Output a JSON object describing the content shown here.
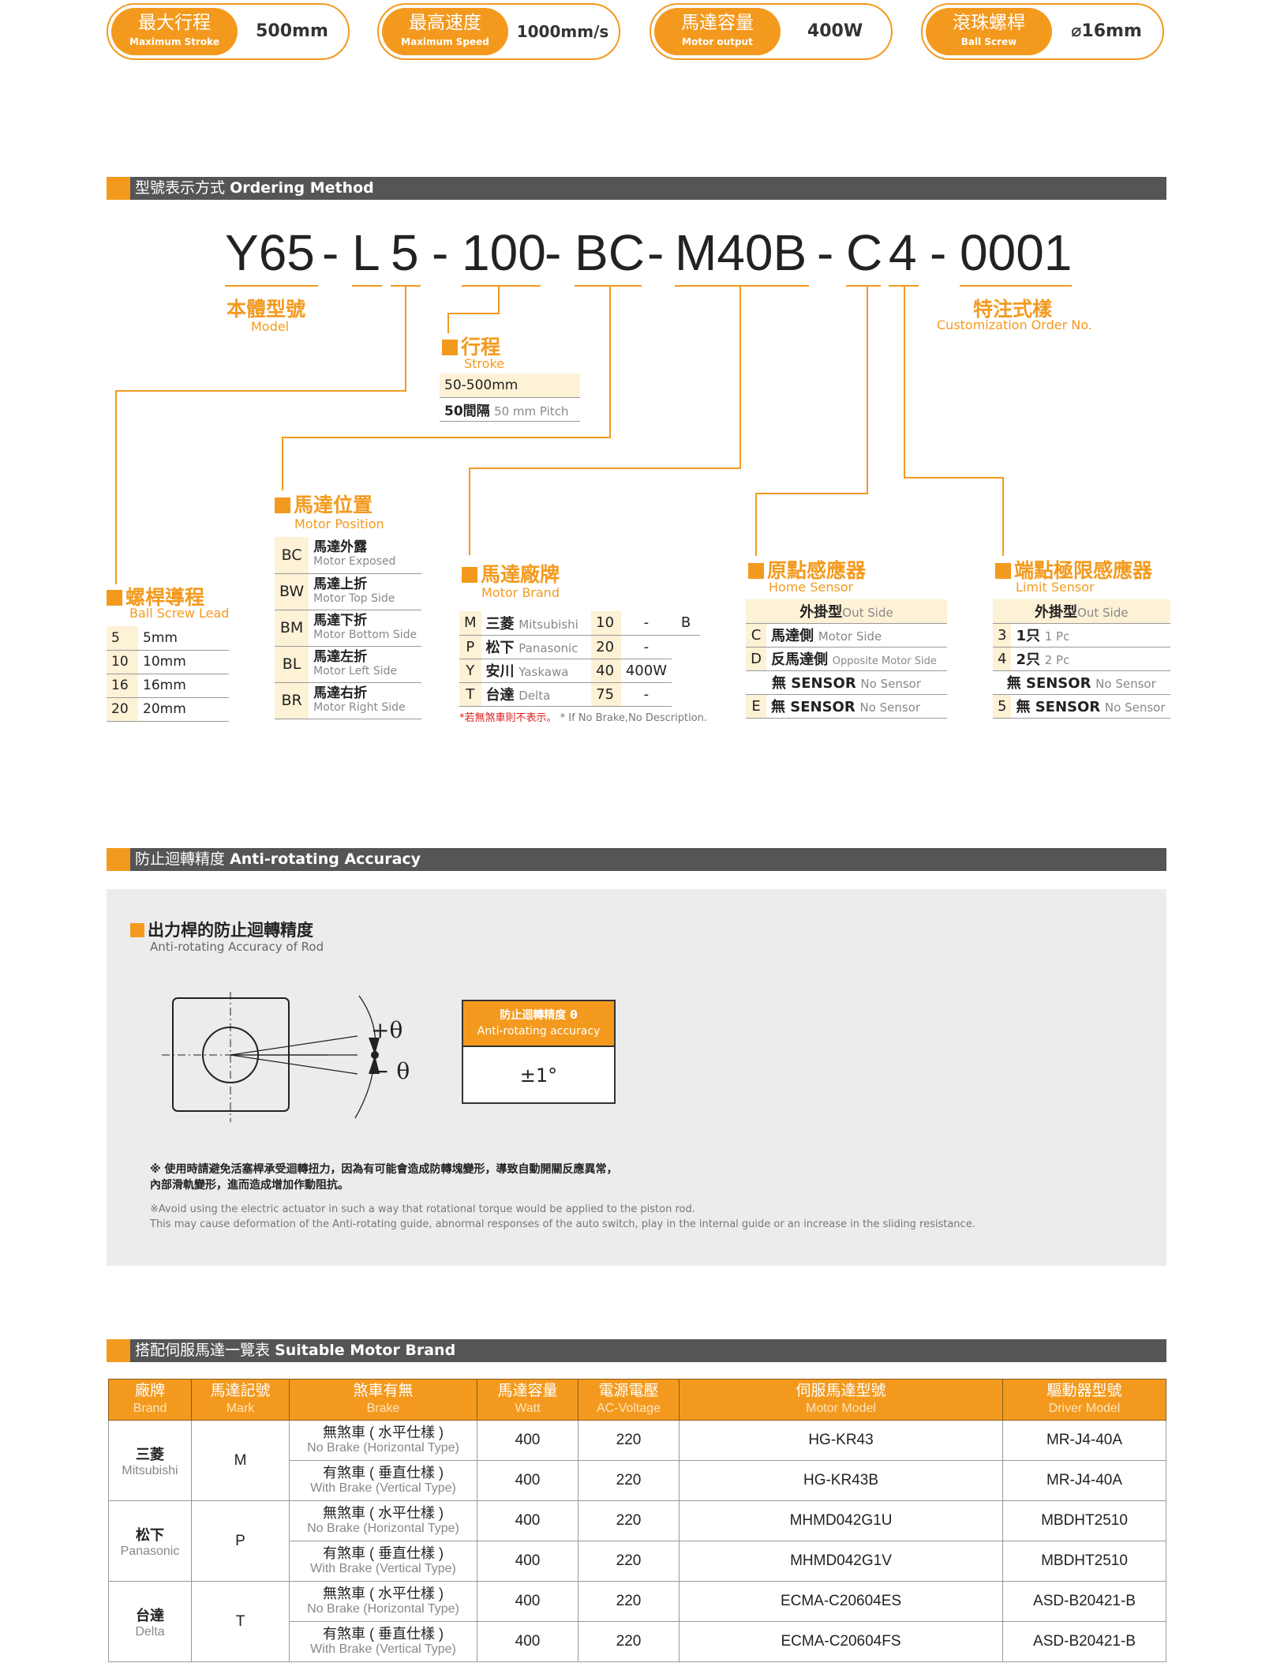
{
  "specs": [
    {
      "zh": "最大行程",
      "en": "Maximum Stroke",
      "value": "500mm"
    },
    {
      "zh": "最高速度",
      "en": "Maximum Speed",
      "value": "1000mm/s"
    },
    {
      "zh": "馬達容量",
      "en": "Motor output",
      "value": "400W"
    },
    {
      "zh": "滾珠螺桿",
      "en": "Ball Screw",
      "value": "⌀16mm"
    }
  ],
  "ordering": {
    "bar_zh": "型號表示方式",
    "bar_en": "Ordering Method",
    "code_parts": [
      "Y65",
      "-",
      "L",
      "5",
      "-",
      "100",
      "-",
      "BC",
      "-",
      "M40B",
      "-",
      "C",
      "4",
      "-",
      "0001"
    ],
    "model": {
      "zh": "本體型號",
      "en": "Model"
    },
    "custom": {
      "zh": "特注式樣",
      "en": "Customization Order No."
    },
    "stroke": {
      "zh": "行程",
      "en": "Stroke",
      "range": "50-500mm",
      "pitch_zh": "50間隔",
      "pitch_en": "50 mm Pitch"
    },
    "lead": {
      "zh": "螺桿導程",
      "en": "Ball Screw Lead",
      "rows": [
        [
          "5",
          "5mm"
        ],
        [
          "10",
          "10mm"
        ],
        [
          "16",
          "16mm"
        ],
        [
          "20",
          "20mm"
        ]
      ]
    },
    "position": {
      "zh": "馬達位置",
      "en": "Motor Position",
      "rows": [
        {
          "code": "BC",
          "zh": "馬達外露",
          "en": "Motor Exposed"
        },
        {
          "code": "BW",
          "zh": "馬達上折",
          "en": "Motor Top Side"
        },
        {
          "code": "BM",
          "zh": "馬達下折",
          "en": "Motor Bottom Side"
        },
        {
          "code": "BL",
          "zh": "馬達左折",
          "en": "Motor Left Side"
        },
        {
          "code": "BR",
          "zh": "馬達右折",
          "en": "Motor Right Side"
        }
      ]
    },
    "brand": {
      "zh": "馬達廠牌",
      "en": "Motor Brand",
      "rows": [
        {
          "code": "M",
          "zh": "三菱",
          "en": "Mitsubishi",
          "size": "10",
          "watt": "-",
          "brake": "B"
        },
        {
          "code": "P",
          "zh": "松下",
          "en": "Panasonic",
          "size": "20",
          "watt": "-",
          "brake": ""
        },
        {
          "code": "Y",
          "zh": "安川",
          "en": "Yaskawa",
          "size": "40",
          "watt": "400W",
          "brake": ""
        },
        {
          "code": "T",
          "zh": "台達",
          "en": "Delta",
          "size": "75",
          "watt": "-",
          "brake": ""
        }
      ],
      "note_zh": "*若無煞車則不表示。",
      "note_en": "* If No Brake,No Description."
    },
    "home": {
      "zh": "原點感應器",
      "en": "Home Sensor",
      "header_zh": "外掛型",
      "header_en": "Out Side",
      "rows": [
        {
          "code": "C",
          "zh": "馬達側",
          "en": "Motor Side"
        },
        {
          "code": "D",
          "zh": "反馬達側",
          "en": "Opposite Motor Side"
        },
        {
          "code": "",
          "zh": "無 SENSOR",
          "en": "No Sensor"
        },
        {
          "code": "E",
          "zh": "無  SENSOR",
          "en": "No Sensor"
        }
      ]
    },
    "limit": {
      "zh": "端點極限感應器",
      "en": "Limit Sensor",
      "header_zh": "外掛型",
      "header_en": "Out Side",
      "rows": [
        {
          "code": "3",
          "zh": "1只",
          "en": "1 Pc"
        },
        {
          "code": "4",
          "zh": "2只",
          "en": "2 Pc"
        },
        {
          "code": "",
          "zh": "無 SENSOR",
          "en": "No Sensor"
        },
        {
          "code": "5",
          "zh": "無 SENSOR",
          "en": "No Sensor"
        }
      ]
    }
  },
  "anti": {
    "bar_zh": "防止迴轉精度",
    "bar_en": "Anti-rotating Accuracy",
    "title_zh": "出力桿的防止迴轉精度",
    "title_en": "Anti-rotating Accuracy of Rod",
    "plus": "+θ",
    "minus": "− θ",
    "box_zh": "防止迴轉精度 θ",
    "box_en": "Anti-rotating accuracy",
    "box_value": "±1°",
    "note_zh1": "※ 使用時請避免活塞桿承受迴轉扭力，因為有可能會造成防轉塊變形，導致自動開關反應異常，",
    "note_zh2": "內部滑軌變形，進而造成增加作動阻抗。",
    "note_en1": "※Avoid using the electric actuator in such a way that rotational torque would be applied to the piston rod.",
    "note_en2": "This may cause deformation of the Anti-rotating guide, abnormal responses of the auto switch, play in the internal guide or an increase in the sliding resistance."
  },
  "motors": {
    "bar_zh": "搭配伺服馬達一覽表",
    "bar_en": "Suitable Motor Brand",
    "headers": [
      {
        "zh": "廠牌",
        "en": "Brand"
      },
      {
        "zh": "馬達記號",
        "en": "Mark"
      },
      {
        "zh": "煞車有無",
        "en": "Brake"
      },
      {
        "zh": "馬達容量",
        "en": "Watt"
      },
      {
        "zh": "電源電壓",
        "en": "AC-Voltage"
      },
      {
        "zh": "伺服馬達型號",
        "en": "Motor Model"
      },
      {
        "zh": "驅動器型號",
        "en": "Driver Model"
      }
    ],
    "groups": [
      {
        "brand_zh": "三菱",
        "brand_en": "Mitsubishi",
        "mark": "M",
        "rows": [
          {
            "brake_zh": "無煞車 ( 水平仕樣 )",
            "brake_en": "No Brake (Horizontal Type)",
            "watt": "400",
            "volt": "220",
            "model": "HG-KR43",
            "driver": "MR-J4-40A"
          },
          {
            "brake_zh": "有煞車 ( 垂直仕樣 )",
            "brake_en": "With Brake (Vertical Type)",
            "watt": "400",
            "volt": "220",
            "model": "HG-KR43B",
            "driver": "MR-J4-40A"
          }
        ]
      },
      {
        "brand_zh": "松下",
        "brand_en": "Panasonic",
        "mark": "P",
        "rows": [
          {
            "brake_zh": "無煞車 ( 水平仕樣 )",
            "brake_en": "No Brake (Horizontal Type)",
            "watt": "400",
            "volt": "220",
            "model": "MHMD042G1U",
            "driver": "MBDHT2510"
          },
          {
            "brake_zh": "有煞車 ( 垂直仕樣 )",
            "brake_en": "With Brake (Vertical Type)",
            "watt": "400",
            "volt": "220",
            "model": "MHMD042G1V",
            "driver": "MBDHT2510"
          }
        ]
      },
      {
        "brand_zh": "台達",
        "brand_en": "Delta",
        "mark": "T",
        "rows": [
          {
            "brake_zh": "無煞車 ( 水平仕樣 )",
            "brake_en": "No Brake (Horizontal Type)",
            "watt": "400",
            "volt": "220",
            "model": "ECMA-C20604ES",
            "driver": "ASD-B20421-B"
          },
          {
            "brake_zh": "有煞車 ( 垂直仕樣 )",
            "brake_en": "With Brake (Vertical Type)",
            "watt": "400",
            "volt": "220",
            "model": "ECMA-C20604FS",
            "driver": "ASD-B20421-B"
          }
        ]
      }
    ]
  }
}
